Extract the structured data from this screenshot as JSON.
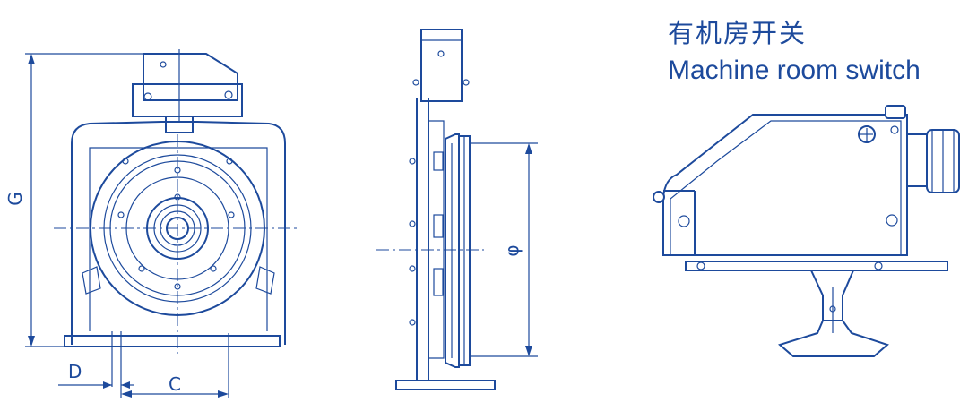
{
  "caption": {
    "chinese": "有机房开关",
    "english": "Machine room switch"
  },
  "dimensions": {
    "height_label": "G",
    "offset_label": "D",
    "spacing_label": "C",
    "diameter_label": "φ"
  },
  "colors": {
    "line": "#1d4a9c",
    "background": "#ffffff"
  }
}
